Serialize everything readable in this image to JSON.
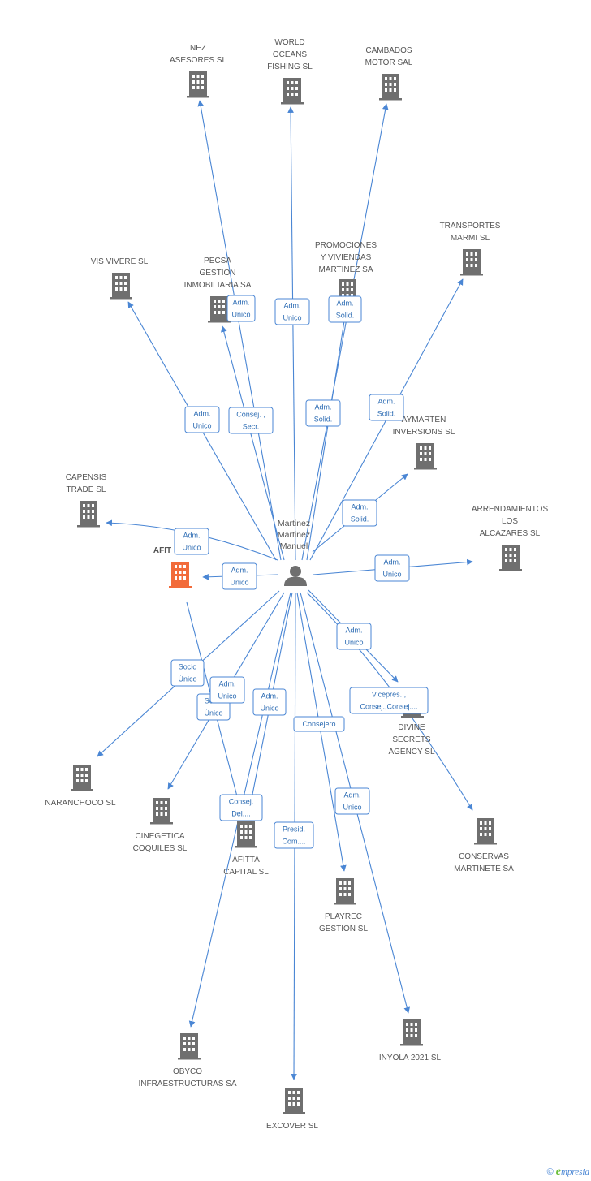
{
  "center": {
    "lines": [
      "Martinez",
      "Martinez",
      "Manuel"
    ],
    "icon": "person-icon"
  },
  "colors": {
    "edge": "#4a86d4",
    "building": "#6f6f6f",
    "highlight": "#f26b3a",
    "role_text": "#2e6db4"
  },
  "nodes": [
    {
      "id": "nez",
      "lines": [
        "NEZ",
        "ASESORES SL"
      ],
      "icon": "building-icon"
    },
    {
      "id": "world",
      "lines": [
        "WORLD",
        "OCEANS",
        "FISHING SL"
      ],
      "icon": "building-icon"
    },
    {
      "id": "cambados",
      "lines": [
        "CAMBADOS",
        "MOTOR SAL"
      ],
      "icon": "building-icon"
    },
    {
      "id": "transportes",
      "lines": [
        "TRANSPORTES",
        "MARMI SL"
      ],
      "icon": "building-icon"
    },
    {
      "id": "promociones",
      "lines": [
        "PROMOCIONES",
        "Y VIVIENDAS",
        "MARTINEZ SA"
      ],
      "icon": "building-icon"
    },
    {
      "id": "vis",
      "lines": [
        "VIS VIVERE SL"
      ],
      "icon": "building-icon"
    },
    {
      "id": "pecsa",
      "lines": [
        "PECSA",
        "GESTION",
        "INMOBILIARIA SA"
      ],
      "icon": "building-icon"
    },
    {
      "id": "aymarten",
      "lines": [
        "AYMARTEN",
        "INVERSIONS SL"
      ],
      "icon": "building-icon"
    },
    {
      "id": "capensis",
      "lines": [
        "CAPENSIS",
        "TRADE SL"
      ],
      "icon": "building-icon"
    },
    {
      "id": "arrendamientos",
      "lines": [
        "ARRENDAMIENTOS",
        "LOS",
        "ALCAZARES SL"
      ],
      "icon": "building-icon"
    },
    {
      "id": "afit",
      "lines": [
        "AFIT"
      ],
      "icon": "building-icon",
      "highlight": true
    },
    {
      "id": "divine",
      "lines": [
        "DIVINE",
        "SECRETS",
        "AGENCY SL"
      ],
      "icon": "building-icon"
    },
    {
      "id": "naranchoco",
      "lines": [
        "NARANCHOCO SL"
      ],
      "icon": "building-icon"
    },
    {
      "id": "cinegetica",
      "lines": [
        "CINEGETICA",
        "COQUILES  SL"
      ],
      "icon": "building-icon"
    },
    {
      "id": "afitta",
      "lines": [
        "AFITTA",
        "CAPITAL SL"
      ],
      "icon": "building-icon"
    },
    {
      "id": "conservas",
      "lines": [
        "CONSERVAS",
        "MARTINETE SA"
      ],
      "icon": "building-icon"
    },
    {
      "id": "playrec",
      "lines": [
        "PLAYREC",
        "GESTION SL"
      ],
      "icon": "building-icon"
    },
    {
      "id": "obyco",
      "lines": [
        "OBYCO",
        "INFRAESTRUCTURAS SA"
      ],
      "icon": "building-icon"
    },
    {
      "id": "inyola",
      "lines": [
        "INYOLA 2021 SL"
      ],
      "icon": "building-icon"
    },
    {
      "id": "excover",
      "lines": [
        "EXCOVER  SL"
      ],
      "icon": "building-icon"
    }
  ],
  "roles": [
    {
      "id": "r-nez",
      "lines": [
        "Adm.",
        "Unico"
      ]
    },
    {
      "id": "r-world",
      "lines": [
        "Adm.",
        "Unico"
      ]
    },
    {
      "id": "r-cambados",
      "lines": [
        "Adm.",
        "Solid."
      ]
    },
    {
      "id": "r-promociones",
      "lines": [
        "Adm.",
        "Solid."
      ]
    },
    {
      "id": "r-vis",
      "lines": [
        "Adm.",
        "Unico"
      ]
    },
    {
      "id": "r-pecsa",
      "lines": [
        "Consej. ,",
        "Secr."
      ]
    },
    {
      "id": "r-transportes",
      "lines": [
        "Adm.",
        "Solid."
      ]
    },
    {
      "id": "r-aymarten",
      "lines": [
        "Adm.",
        "Solid."
      ]
    },
    {
      "id": "r-capensis",
      "lines": [
        "Adm.",
        "Unico"
      ]
    },
    {
      "id": "r-afit",
      "lines": [
        "Adm.",
        "Unico"
      ]
    },
    {
      "id": "r-arrendamientos",
      "lines": [
        "Adm.",
        "Unico"
      ]
    },
    {
      "id": "r-divine1",
      "lines": [
        "Adm.",
        "Unico"
      ]
    },
    {
      "id": "r-divine2",
      "lines": [
        "Vicepres. ,",
        "Consej.,Consej...."
      ]
    },
    {
      "id": "r-naranchoco",
      "lines": [
        "Socio",
        "Único"
      ]
    },
    {
      "id": "r-afitta1",
      "lines": [
        "Socio",
        "Único"
      ]
    },
    {
      "id": "r-cinegetica",
      "lines": [
        "Adm.",
        "Unico"
      ]
    },
    {
      "id": "r-obyco",
      "lines": [
        "Adm.",
        "Unico"
      ]
    },
    {
      "id": "r-playrec",
      "lines": [
        "Consejero"
      ]
    },
    {
      "id": "r-afitta2",
      "lines": [
        "Consej.",
        "Del...."
      ]
    },
    {
      "id": "r-excover",
      "lines": [
        "Presid.",
        "Com...."
      ]
    },
    {
      "id": "r-inyola",
      "lines": [
        "Adm.",
        "Unico"
      ]
    }
  ],
  "brand": {
    "copyright": "©",
    "initial": "e",
    "rest": "mpresia"
  }
}
